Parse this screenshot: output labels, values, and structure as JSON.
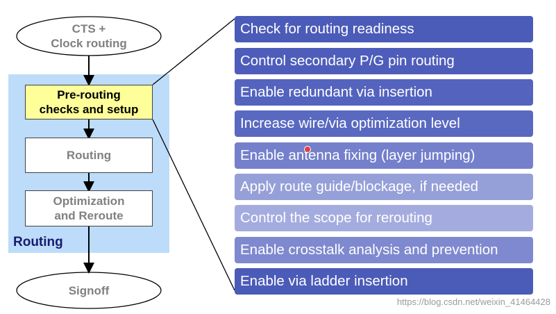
{
  "flow": {
    "top_node": "CTS +\nClock routing",
    "steps": [
      {
        "label": "Pre-routing\nchecks and setup",
        "active": true
      },
      {
        "label": "Routing",
        "active": false
      },
      {
        "label": "Optimization\nand Reroute",
        "active": false
      }
    ],
    "region_label": "Routing",
    "bottom_node": "Signoff"
  },
  "checklist": {
    "items": [
      {
        "text": "Check for routing readiness",
        "color": "#4b5bb8"
      },
      {
        "text": "Control secondary P/G pin routing",
        "color": "#4e5dba"
      },
      {
        "text": "Enable redundant via insertion",
        "color": "#5463bd"
      },
      {
        "text": "Increase wire/via optimization level",
        "color": "#5a69c0"
      },
      {
        "text": "Enable antenna fixing (layer jumping)",
        "color": "#7480cb"
      },
      {
        "text": "Apply route guide/blockage, if needed",
        "color": "#95a0d8"
      },
      {
        "text": "Control the scope for rerouting",
        "color": "#a4acdf"
      },
      {
        "text": "Enable crosstalk analysis and prevention",
        "color": "#7e89cf"
      },
      {
        "text": "Enable via ladder insertion",
        "color": "#4b5bb8"
      }
    ]
  },
  "watermark": "https://blog.csdn.net/weixin_41464428",
  "colors": {
    "region_bg": "#bcdcfa",
    "active_box": "#ffff99",
    "region_label": "#1a1a6e"
  }
}
